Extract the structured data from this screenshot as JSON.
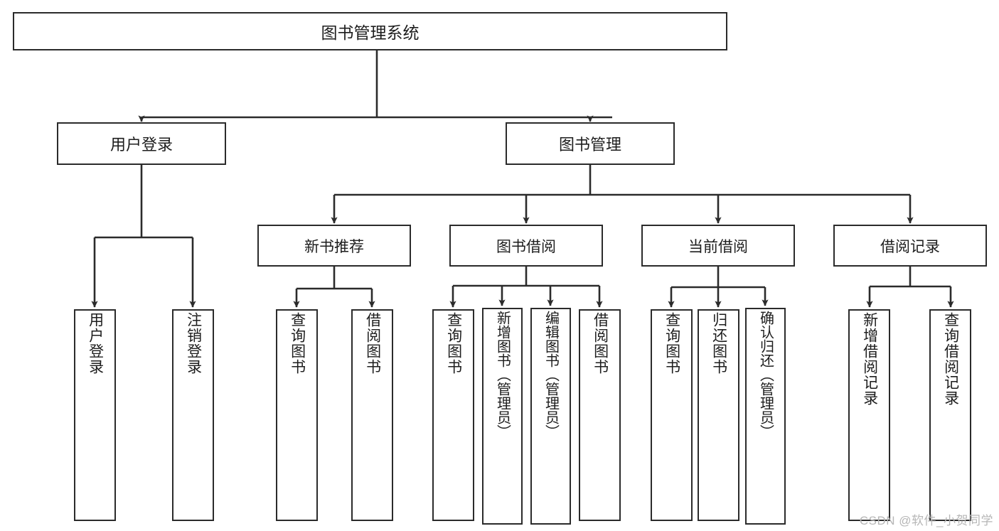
{
  "diagram": {
    "title": "图书管理系统",
    "type": "功能结构图",
    "colors": {
      "stroke": "#2b2b2b",
      "fill": "#ffffff",
      "text": "#1d1d1d",
      "watermark": "#b6b6b6"
    },
    "root": {
      "label": "图书管理系统"
    },
    "level1": [
      {
        "label": "用户登录"
      },
      {
        "label": "图书管理"
      }
    ],
    "level2": [
      {
        "label": "新书推荐"
      },
      {
        "label": "图书借阅"
      },
      {
        "label": "当前借阅"
      },
      {
        "label": "借阅记录"
      }
    ],
    "leaves": {
      "user_login": [
        {
          "label": "用户登录"
        },
        {
          "label": "注销登录"
        }
      ],
      "new_book_recommend": [
        {
          "label": "查询图书"
        },
        {
          "label": "借阅图书"
        }
      ],
      "book_borrow": [
        {
          "label": "查询图书"
        },
        {
          "label": "新增图书（管理员）"
        },
        {
          "label": "编辑图书（管理员）"
        },
        {
          "label": "借阅图书"
        }
      ],
      "current_borrow": [
        {
          "label": "查询图书"
        },
        {
          "label": "归还图书"
        },
        {
          "label": "确认归还（管理员）"
        }
      ],
      "borrow_record": [
        {
          "label": "新增借阅记录"
        },
        {
          "label": "查询借阅记录"
        }
      ]
    },
    "watermark": "CSDN @软件_小贺同学"
  }
}
